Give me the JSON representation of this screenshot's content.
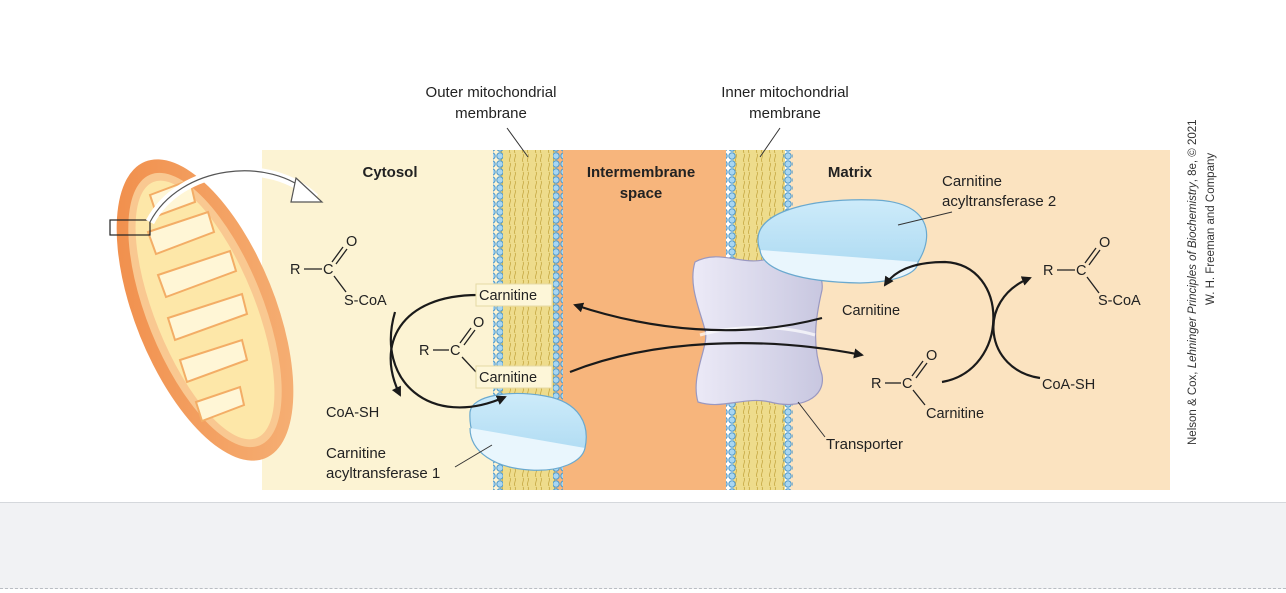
{
  "labels": {
    "outer_membrane_1": "Outer mitochondrial",
    "outer_membrane_2": "membrane",
    "inner_membrane_1": "Inner mitochondrial",
    "inner_membrane_2": "membrane",
    "cytosol": "Cytosol",
    "intermembrane_1": "Intermembrane",
    "intermembrane_2": "space",
    "matrix": "Matrix",
    "cat2_1": "Carnitine",
    "cat2_2": "acyltransferase 2",
    "cat1_1": "Carnitine",
    "cat1_2": "acyltransferase 1",
    "transporter": "Transporter"
  },
  "molecules": {
    "R": "R",
    "C": "C",
    "O": "O",
    "S_CoA": "S-CoA",
    "CoA_SH": "CoA-SH",
    "carnitine": "Carnitine"
  },
  "credit": {
    "line1_pre": "Nelson & Cox, ",
    "line1_italic": "Lehninger Principles of Biochemistry",
    "line1_post": ", 8e, © 2021",
    "line2": "W. H. Freeman and Company"
  },
  "colors": {
    "cytosol": "#fcf3d3",
    "intermembrane": "#f7b57c",
    "matrix": "#fbe3c0",
    "enzyme": "#b8e1f4",
    "transporter": "#dcdcef",
    "lipid_head": "#8fc8ea",
    "lipid_tail": "#e6d27a"
  },
  "icons": [
    "mitochondrion-icon",
    "zoom-arrow-icon"
  ]
}
